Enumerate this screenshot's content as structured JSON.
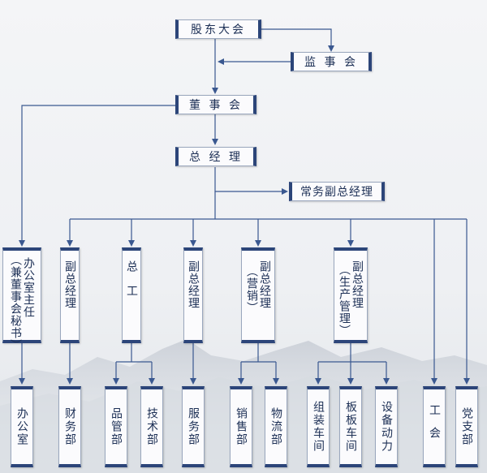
{
  "top": {
    "shareholders": "股东大会",
    "supervisors": "监 事 会",
    "board": "董 事 会",
    "gm": "总 经 理",
    "exec_vp": "常务副总经理"
  },
  "middle": {
    "office_director": {
      "main": "办公室主任",
      "sub": "（兼董事会秘书）"
    },
    "vp_finance": "副总经理",
    "chief_engineer": "总　工",
    "vp_service": "副总经理",
    "vp_marketing": {
      "main": "副总经理",
      "sub": "（营销）"
    },
    "vp_production": {
      "main": "副总经理",
      "sub": "（生产管理）"
    }
  },
  "bottom": {
    "office": "办公室",
    "finance": "财务部",
    "quality": "品管部",
    "tech": "技术部",
    "service": "服务部",
    "sales": "销售部",
    "logistics": "物流部",
    "assembly": "组装车间",
    "board_shop": "板板车间",
    "equipment": "设备动力",
    "union": "工会",
    "party": "党支部"
  },
  "colors": {
    "line": "#3a5890",
    "box_edge": "#2c4579",
    "text": "#1c2f55"
  }
}
